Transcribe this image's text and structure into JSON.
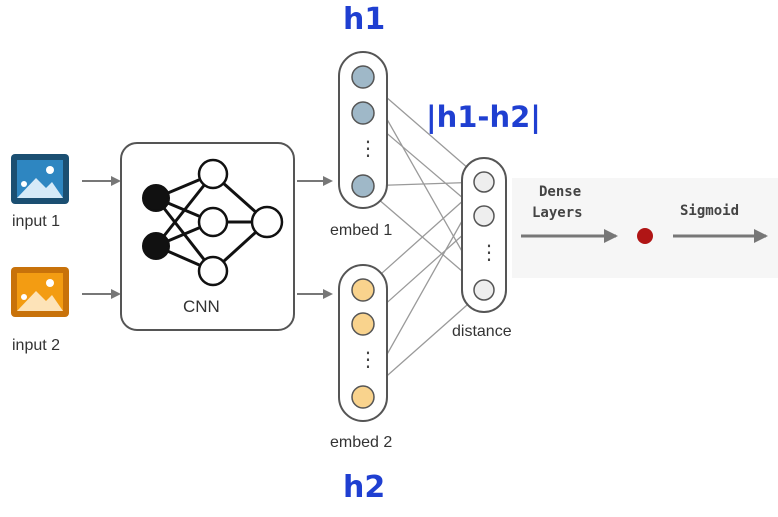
{
  "diagram": {
    "labels": {
      "h1": "h1",
      "h2": "h2",
      "abs_diff": "|h1-h2|",
      "input_1": "input 1",
      "input_2": "input 2",
      "cnn": "CNN",
      "embed_1": "embed 1",
      "embed_2": "embed 2",
      "distance": "distance",
      "dense_line1": "Dense",
      "dense_line2": "Layers",
      "sigmoid": "Sigmoid",
      "dots": "⋮"
    },
    "colors": {
      "accent_text": "#1f3fd1",
      "image_1_sky": "#2e86c1",
      "image_1_frame": "#1b4f72",
      "image_2_sky": "#f39c12",
      "image_2_frame": "#c8720a",
      "embed_1_node": "#9fb8c8",
      "embed_2_node": "#f9d38d",
      "distance_node": "#eeeeee",
      "output_node": "#b01515",
      "arrow": "#777777",
      "connection": "#9a9a9a"
    }
  }
}
